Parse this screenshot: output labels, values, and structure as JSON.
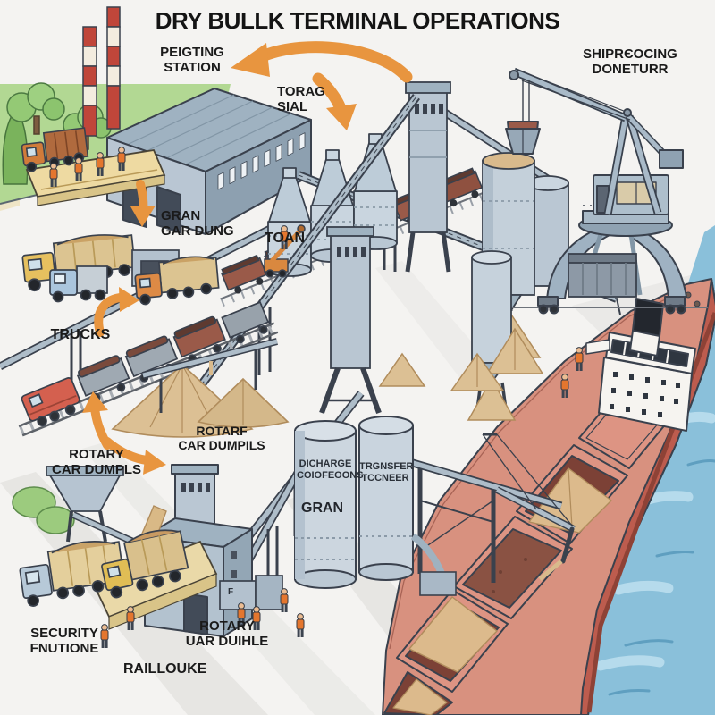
{
  "title": "DRY BULLK TERMINAL OPERATIONS",
  "labels": {
    "weighing_station": {
      "line1": "PEIGTING",
      "line2": "STATION"
    },
    "storage_silos": {
      "line1": "TORAG",
      "line2": "SIAL"
    },
    "ship_loading_crane": {
      "line1": "SHIPRЄOCING",
      "line2": "DONETURR"
    },
    "grain_car_dump": {
      "line1": "GRAN",
      "line2": "GAR DUNG"
    },
    "train": {
      "line1": "TOAN"
    },
    "trucks": {
      "line1": "TRUCKS"
    },
    "rotary_car_dumper_center": {
      "line1": "ROTARF",
      "line2": "CAR DUMPILS"
    },
    "rotary_car_dumper_left": {
      "line1": "ROTARY",
      "line2": "CAR DUMPLS"
    },
    "discharge_silo": {
      "line1": "DICHARGE",
      "line2": "COIOFEOONS"
    },
    "transfer_silo": {
      "line1": "TRGNSFER",
      "line2": "TCCNEER"
    },
    "grain_silo": {
      "line1": "GRAN"
    },
    "security_station": {
      "line1": "SECURITY",
      "line2": "FNUTIONE"
    },
    "rotary_car_dumper_bottom": {
      "line1": "ROTARY",
      "line2": "UAR DUIHLE"
    },
    "rail_loader": {
      "line1": "RAILLOUKE"
    },
    "box_mark": {
      "line1": "F"
    }
  },
  "flow_arrows": [
    "arrow-silos-to-weighing-station",
    "arrow-down-to-storage-silos",
    "arrow-down-to-grain-car-dump",
    "arrow-to-trucks",
    "arrow-rotary-dump-right",
    "arrow-up-from-rail-loader"
  ],
  "colors": {
    "arrow": "#E8953F",
    "water": "#8AC0DA",
    "ship_hull": "#BD5C4E",
    "ship_deck": "#D8917F",
    "steel_light": "#C6D2DC",
    "steel_mid": "#9FB2C2",
    "sand": "#DCC094",
    "grass": "#B2D893",
    "pavement": "#F4F3F1",
    "label_text": "#1A1A1A"
  }
}
